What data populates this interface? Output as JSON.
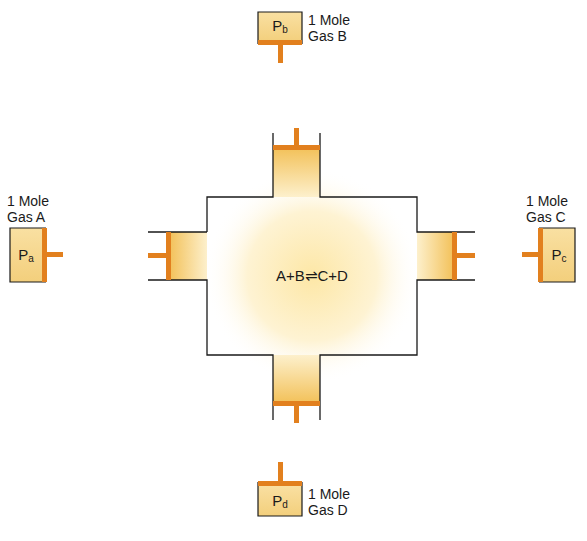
{
  "diagram": {
    "nodes": [
      {
        "text": [
          "1 Mole Gas B",
          "Pb"
        ]
      },
      {
        "text": [
          "1 Mole Gas A",
          "Pa"
        ]
      },
      {
        "text": [
          "A+B⇌C+D"
        ]
      },
      {
        "text": [
          "1 Mole Gas C",
          "Pc"
        ]
      },
      {
        "text": [
          "1 Mole Gas D",
          "Pd"
        ]
      }
    ]
  }
}
